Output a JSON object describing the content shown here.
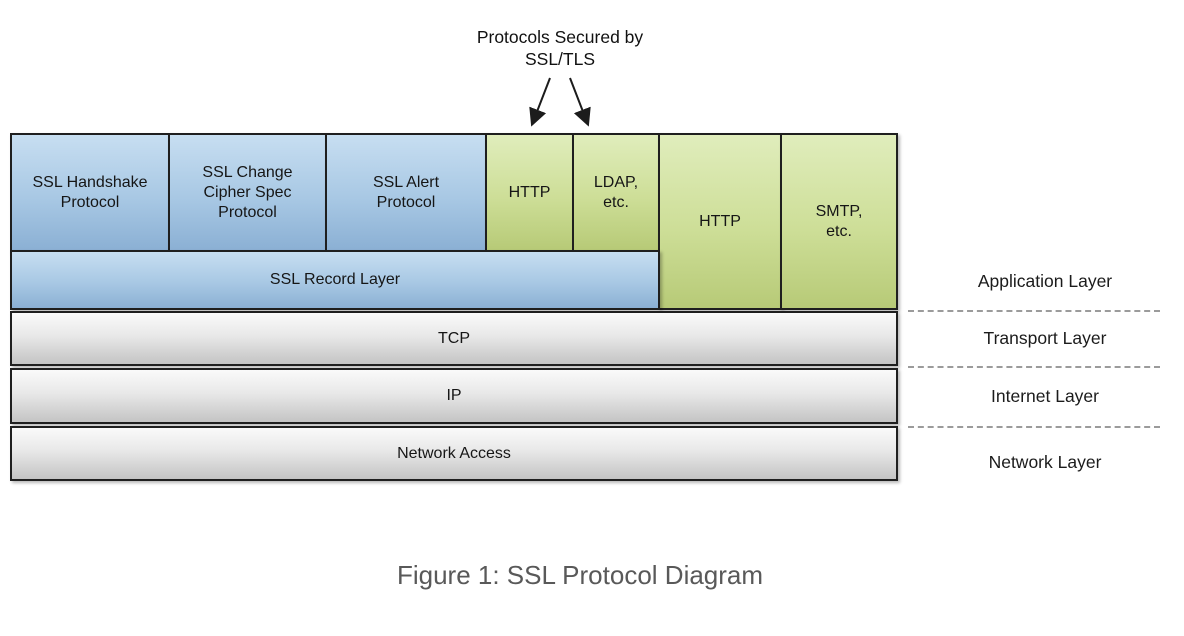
{
  "title": {
    "line1": "Protocols Secured by",
    "line2": "SSL/TLS"
  },
  "stack": {
    "top_boxes": [
      {
        "label": "SSL Handshake Protocol",
        "group": "ssl-protocol"
      },
      {
        "label": "SSL Change Cipher Spec Protocol",
        "group": "ssl-protocol"
      },
      {
        "label": "SSL Alert Protocol",
        "group": "ssl-protocol"
      },
      {
        "label": "HTTP",
        "group": "secured-by-ssl"
      },
      {
        "label": "LDAP, etc.",
        "group": "secured-by-ssl"
      },
      {
        "label": "HTTP",
        "group": "application"
      },
      {
        "label": "SMTP, etc.",
        "group": "application"
      }
    ],
    "record_layer": "SSL Record Layer",
    "transport_row": "TCP",
    "internet_row": "IP",
    "network_row": "Network Access"
  },
  "layer_labels": [
    "Application Layer",
    "Transport Layer",
    "Internet Layer",
    "Network Layer"
  ],
  "caption": "Figure 1: SSL Protocol Diagram",
  "colors": {
    "ssl_blue_top": "#c7def1",
    "ssl_blue_bottom": "#8bb0d4",
    "secured_green_top": "#e0edbc",
    "secured_green_bottom": "#b7ca77",
    "layer_gray_top": "#fafafa",
    "layer_gray_bottom": "#c4c4c4",
    "border": "#1f1f1f",
    "caption_text": "#595959"
  }
}
